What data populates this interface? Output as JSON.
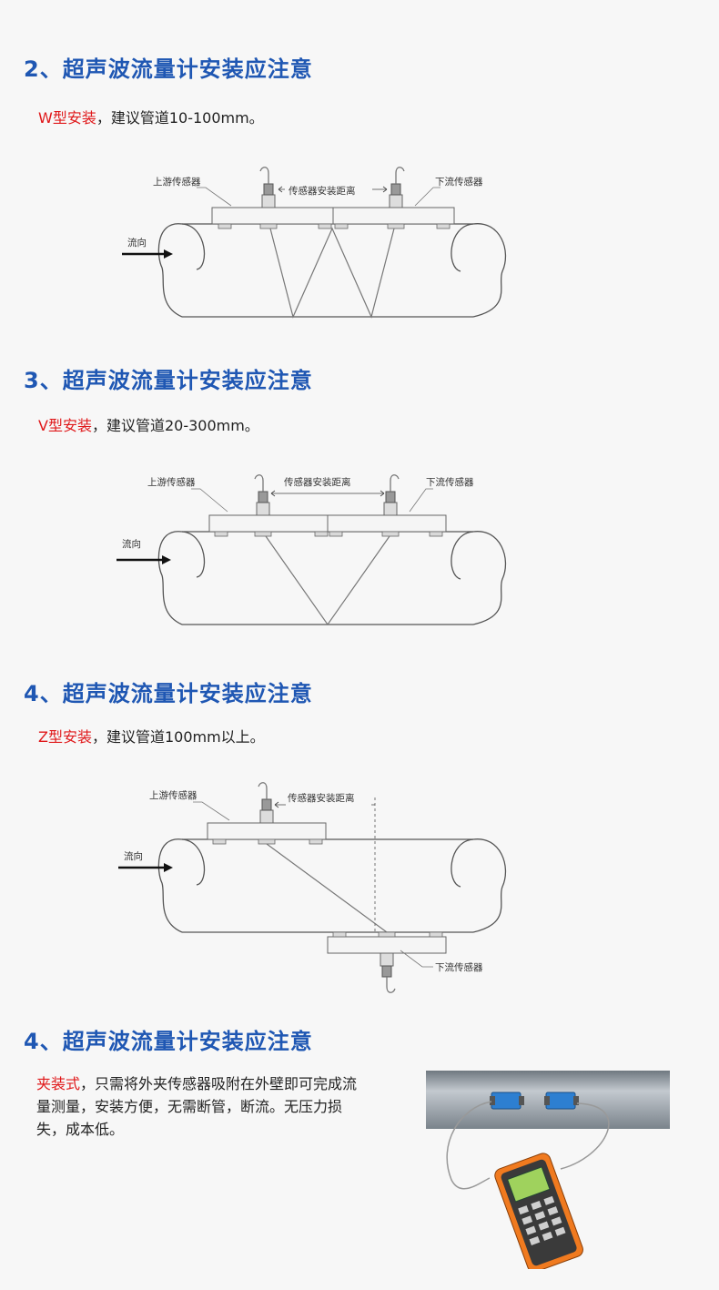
{
  "sections": [
    {
      "title": "2、超声波流量计安装应注意",
      "highlight": "W型安装",
      "text": "，建议管道10-100mm。",
      "labels": {
        "upstream": "上游传感器",
        "distance": "传感器安装距离",
        "downstream": "下流传感器",
        "flow": "流向"
      }
    },
    {
      "title": "3、超声波流量计安装应注意",
      "highlight": "V型安装",
      "text": "，建议管道20-300mm。",
      "labels": {
        "upstream": "上游传感器",
        "distance": "传感器安装距离",
        "downstream": "下流传感器",
        "flow": "流向"
      }
    },
    {
      "title": "4、超声波流量计安装应注意",
      "highlight": "Z型安装",
      "text": "，建议管道100mm以上。",
      "labels": {
        "upstream": "上游传感器",
        "distance": "传感器安装距离",
        "downstream": "下流传感器",
        "flow": "流向"
      }
    },
    {
      "title": "4、超声波流量计安装应注意",
      "highlight": "夹装式",
      "text": "，只需将外夹传感器吸附在外壁即可完成流量测量，安装方便，无需断管，断流。无压力损失，成本低。"
    }
  ],
  "colors": {
    "title": "#1f57b3",
    "highlight": "#e0191b",
    "text": "#222222",
    "device": "#f07a1f"
  }
}
